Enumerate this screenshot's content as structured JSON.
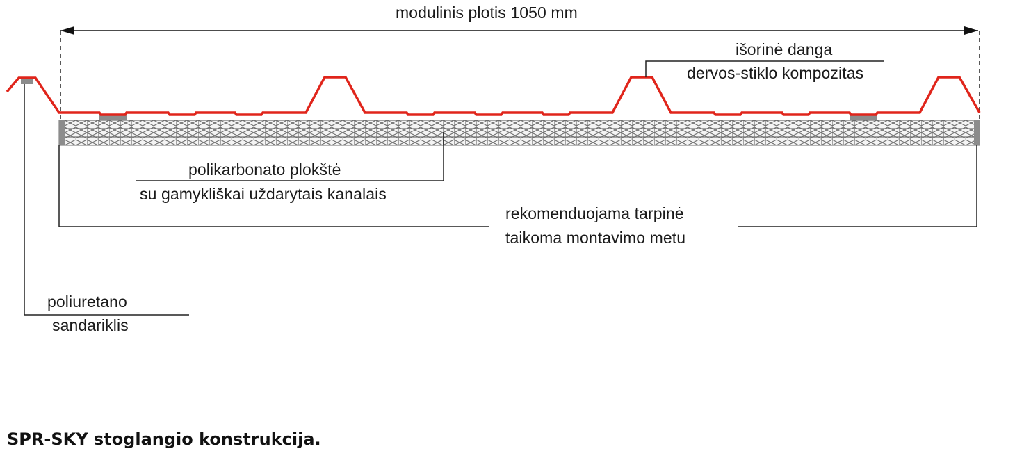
{
  "diagram": {
    "title_dimension": "modulinis plotis 1050 mm",
    "labels": {
      "outer_cover_line1": "išorinė danga",
      "outer_cover_line2": "dervos-stiklo kompozitas",
      "panel_line1": "polikarbonato plokštė",
      "panel_line2": "su gamykliškai uždarytais kanalais",
      "gasket_line1": "rekomenduojama tarpinė",
      "gasket_line2": "taikoma montavimo metu",
      "sealant_line1": "poliuretano",
      "sealant_line2": "sandariklis"
    },
    "colors": {
      "profile": "#e0251b",
      "panel_stroke": "#6e6e6e",
      "panel_fill": "#f4f4f4",
      "gasket": "#8c8c8c",
      "leader": "#222222"
    }
  },
  "caption": "SPR-SKY stoglangio konstrukcija."
}
